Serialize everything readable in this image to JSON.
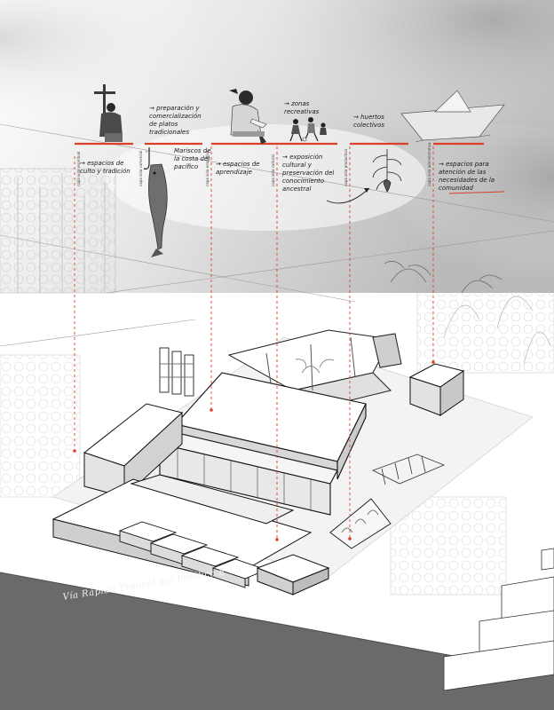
{
  "figure": {
    "layers": [
      {
        "label": "capa vida espiritual",
        "note": "→ espacios de culto y tradición"
      },
      {
        "label": "capa vida comercial",
        "note": "→ preparación y comercialización de platos tradicionales"
      },
      {
        "label": "capa vida educativa",
        "note": "→ espacios de aprendizaje"
      },
      {
        "label": "capa vida cultural",
        "note": "→ zonas recreativas"
      },
      {
        "label": "capa vida productiva",
        "note": "→ huertos colectivos"
      },
      {
        "label": "capa vida administrativa",
        "note": "→ espacios para atención de las necesidades de la comunidad"
      }
    ],
    "fish_note": "Mariscos de la costa del pacífico",
    "culture_note": "→ exposición cultural y preservación del conocimiento ancestral",
    "road_label": "Vía Rápida  Troncal del Pacífico   E-15"
  },
  "colors": {
    "accent": "#d9412b",
    "road": "#6a6a6a",
    "sky": "#cfcfcf",
    "line": "#1e1e1e"
  }
}
